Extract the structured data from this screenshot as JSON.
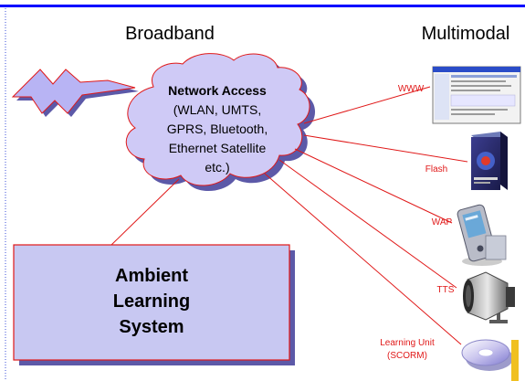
{
  "header": {
    "left_title": "Broadband",
    "right_title": "Multimodal"
  },
  "cloud": {
    "lines": [
      "Network Access",
      "(WLAN, UMTS,",
      "GPRS, Bluetooth,",
      "Ethernet Satellite",
      "etc.)"
    ]
  },
  "system_box": {
    "lines": [
      "Ambient",
      "Learning",
      "System"
    ]
  },
  "channels": [
    {
      "label": "WWW",
      "icon": "web-browser-screenshot-icon"
    },
    {
      "label": "Flash",
      "icon": "flash-software-box-icon"
    },
    {
      "label": "WAP",
      "icon": "pda-handheld-icon"
    },
    {
      "label": "TTS",
      "icon": "loudspeaker-megaphone-icon"
    },
    {
      "label": "Learning Unit",
      "label2": "(SCORM)",
      "icon": "learning-unit-disc-icon"
    }
  ],
  "colors": {
    "accent_blue": "#0000ff",
    "cloud_fill": "#cfcaf6",
    "box_fill": "#c8c8f2",
    "connector_red": "#e01818",
    "lightning_fill": "#b8b4f4"
  }
}
